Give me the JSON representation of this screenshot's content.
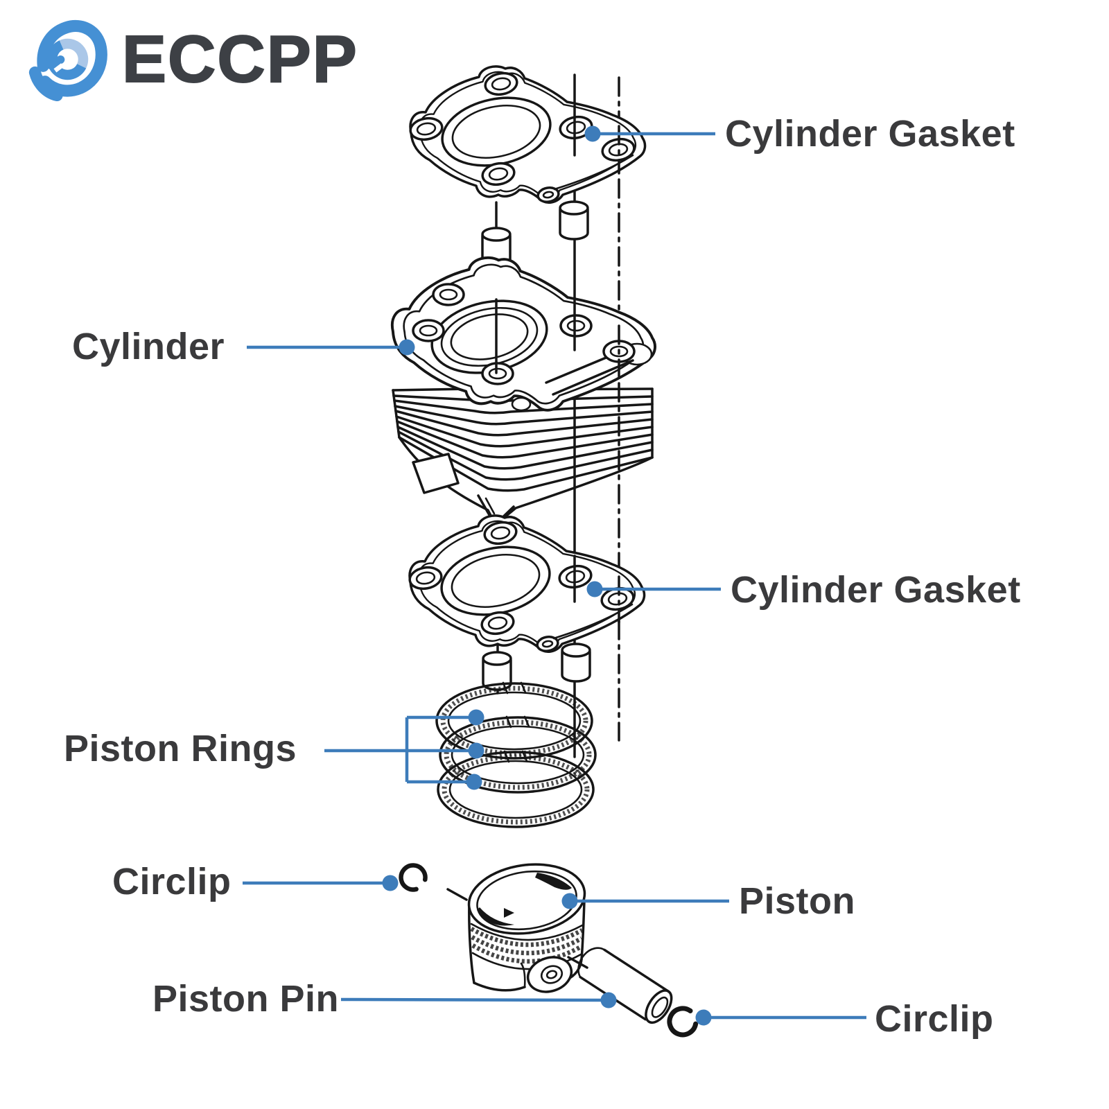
{
  "brand": {
    "name": "ECCPP",
    "icon": "eccpp-hex-wrench-logo-icon"
  },
  "colors": {
    "accent_blue": "#3d7cba",
    "line_art": "#161616",
    "label_text": "#3a3a3c",
    "logo_blue": "#4590d4",
    "logo_light_blue": "#aac7e8",
    "brand_text": "#3d4045"
  },
  "labels": {
    "cylinder_gasket_top": "Cylinder Gasket",
    "cylinder": "Cylinder",
    "cylinder_gasket_mid": "Cylinder Gasket",
    "piston_rings": "Piston Rings",
    "circlip_left": "Circlip",
    "piston": "Piston",
    "piston_pin": "Piston Pin",
    "circlip_right": "Circlip"
  }
}
